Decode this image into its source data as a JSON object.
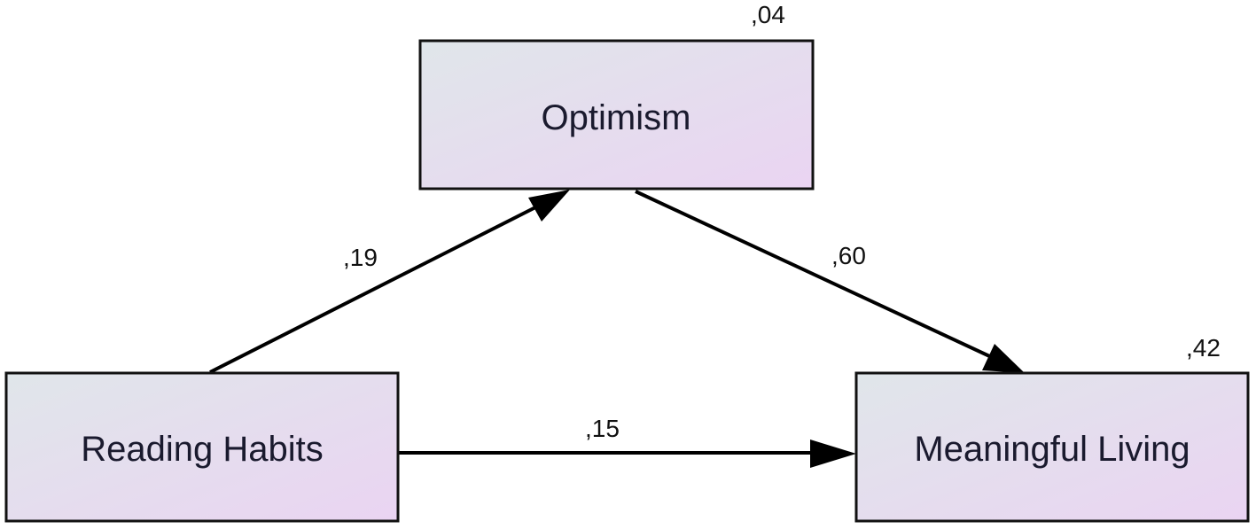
{
  "diagram": {
    "nodes": {
      "optimism": {
        "label": "Optimism",
        "r2": ",04"
      },
      "reading_habits": {
        "label": "Reading Habits"
      },
      "meaningful_living": {
        "label": "Meaningful Living",
        "r2": ",42"
      }
    },
    "paths": {
      "reading_to_optimism": {
        "coef": ",19"
      },
      "optimism_to_meaningful": {
        "coef": ",60"
      },
      "reading_to_meaningful": {
        "coef": ",15"
      }
    },
    "colors": {
      "box_gradient_start": "#e0e6ea",
      "box_gradient_end": "#ead4f2",
      "box_border": "#111111",
      "arrow": "#000000"
    }
  }
}
